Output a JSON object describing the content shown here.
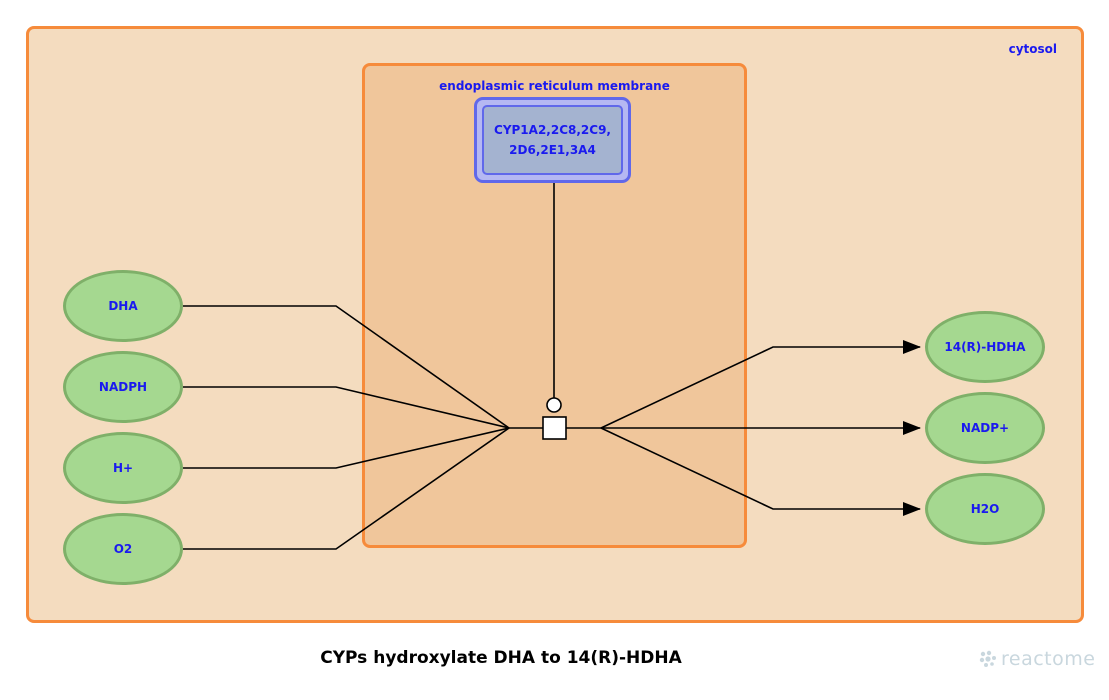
{
  "compartments": {
    "cytosol": "cytosol",
    "er": "endoplasmic reticulum membrane"
  },
  "catalyst": {
    "line1": "CYP1A2,2C8,2C9,",
    "line2": "2D6,2E1,3A4"
  },
  "inputs": [
    {
      "label": "DHA"
    },
    {
      "label": "NADPH"
    },
    {
      "label": "H+"
    },
    {
      "label": "O2"
    }
  ],
  "outputs": [
    {
      "label": "14(R)-HDHA"
    },
    {
      "label": "NADP+"
    },
    {
      "label": "H2O"
    }
  ],
  "title": "CYPs hydroxylate DHA to 14(R)-HDHA",
  "logo": {
    "text": "reactome",
    "icon": "reactome-logo-icon"
  },
  "colors": {
    "compartment_border": "#f68b3b",
    "cytosol_fill": "#f4dcbf",
    "er_fill": "#f0c69b",
    "entity_fill": "#a5d890",
    "entity_border": "#7fb069",
    "complex_fill": "#a4b3d0",
    "complex_border": "#6068ea",
    "label_text": "#1a1aef"
  }
}
